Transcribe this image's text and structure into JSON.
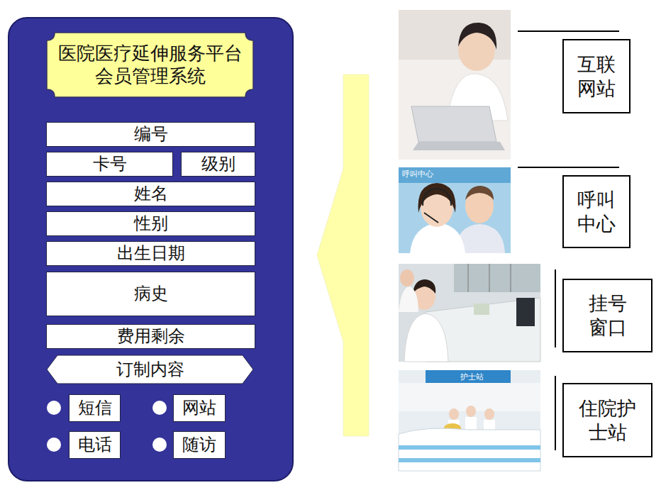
{
  "diagram": {
    "nodes": [
      {
        "text": [
          "医院医疗延伸服务平台 会员管理系统"
        ]
      },
      {
        "text": [
          "编号"
        ]
      },
      {
        "text": [
          "卡号"
        ]
      },
      {
        "text": [
          "级别"
        ]
      },
      {
        "text": [
          "姓名"
        ]
      },
      {
        "text": [
          "性别"
        ]
      },
      {
        "text": [
          "出生日期"
        ]
      },
      {
        "text": [
          "病史"
        ]
      },
      {
        "text": [
          "费用剩余"
        ]
      },
      {
        "text": [
          "订制内容"
        ]
      },
      {
        "text": [
          "短信"
        ]
      },
      {
        "text": [
          "网站"
        ]
      },
      {
        "text": [
          "电话"
        ]
      },
      {
        "text": [
          "随访"
        ]
      },
      {
        "text": [
          "互联 网站"
        ]
      },
      {
        "text": [
          "呼叫 中心"
        ]
      },
      {
        "text": [
          "挂号 窗口"
        ]
      },
      {
        "text": [
          "住院护 士站"
        ]
      }
    ],
    "labels": [
      "呼叫中心",
      "护士站"
    ]
  }
}
